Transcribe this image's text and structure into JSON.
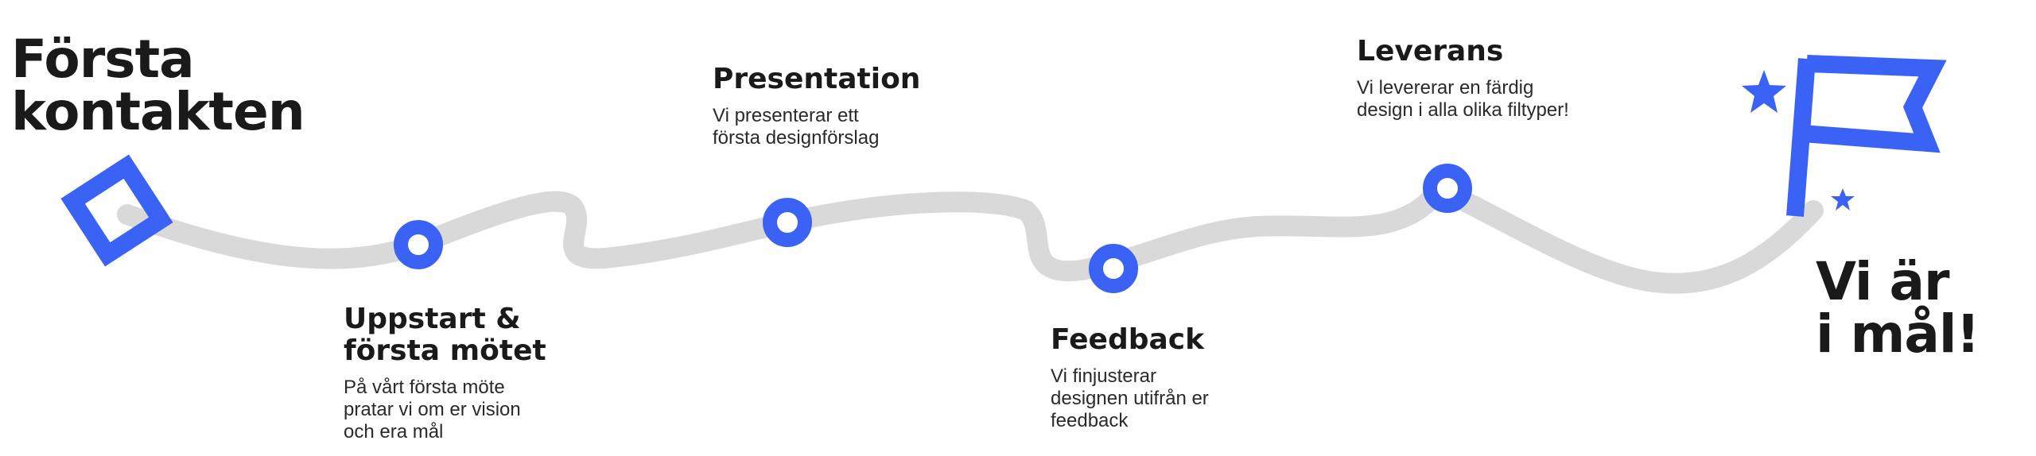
{
  "start": {
    "title": "Första\nkontakten"
  },
  "finish": {
    "title": "Vi är\ni mål!"
  },
  "steps": [
    {
      "title": "Uppstart &\nförsta mötet",
      "desc": "På vårt första möte\npratar vi om er vision\noch era mål"
    },
    {
      "title": "Presentation",
      "desc": "Vi presenterar ett\nförsta designförslag"
    },
    {
      "title": "Feedback",
      "desc": "Vi finjusterar\ndesignen utifrån er\nfeedback"
    },
    {
      "title": "Leverans",
      "desc": "Vi levererar en färdig\ndesign i alla olika filtyper!"
    }
  ],
  "colors": {
    "accent": "#3a63f5",
    "path": "#d9d9d9",
    "text": "#1a1a1a"
  },
  "icons": {
    "start": "diamond-square-icon",
    "finish": "flag-icon",
    "stars": "star-icon"
  }
}
